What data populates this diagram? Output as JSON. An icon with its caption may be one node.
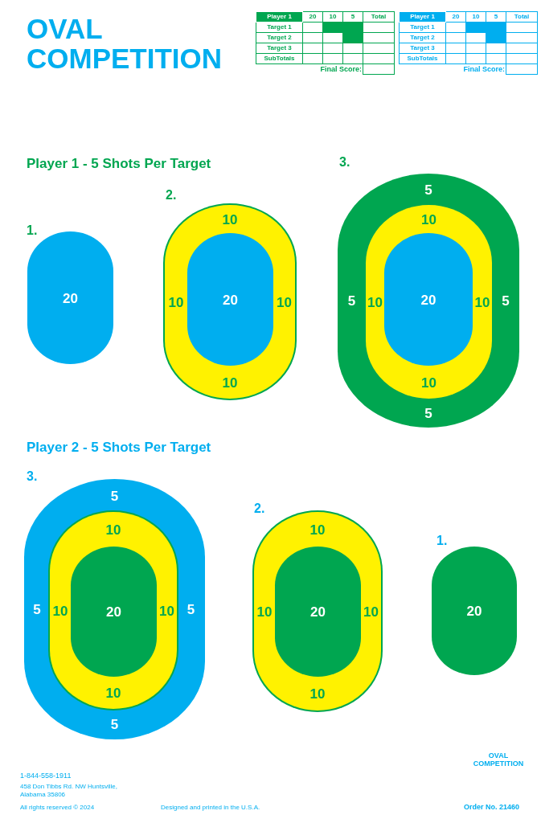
{
  "diagram": {
    "title": "OVAL COMPETITION",
    "nodes": [
      {
        "text": [
          "20"
        ],
        "beside": [
          "1."
        ]
      },
      {
        "text": [
          "10",
          "10",
          "10",
          "10"
        ],
        "beside": [
          "2."
        ]
      },
      {
        "text": [
          "20"
        ],
        "in": 1
      },
      {
        "text": [
          "5",
          "5",
          "5",
          "5"
        ],
        "beside": [
          "3."
        ]
      },
      {
        "text": [
          "10",
          "10",
          "10",
          "10"
        ],
        "in": 3
      },
      {
        "text": [
          "20"
        ],
        "in": 4
      },
      {
        "text": [
          "5",
          "5",
          "5",
          "5"
        ],
        "beside": [
          "3."
        ]
      },
      {
        "text": [
          "10",
          "10",
          "10",
          "10"
        ],
        "in": 6
      },
      {
        "text": [
          "20"
        ],
        "in": 7
      },
      {
        "text": [
          "10",
          "10",
          "10",
          "10"
        ],
        "beside": [
          "2."
        ]
      },
      {
        "text": [
          "20"
        ],
        "in": 9
      },
      {
        "text": [
          "20"
        ],
        "beside": [
          "1."
        ]
      }
    ],
    "labels": [
      "Player 1",
      "20",
      "10",
      "5",
      "Total",
      "Target 1",
      "Target 2",
      "Target 3",
      "SubTotals",
      "Final Score:",
      "Player 1",
      "20",
      "10",
      "5",
      "Total",
      "Target 1",
      "Target 2",
      "Target 3",
      "SubTotals",
      "Final Score:",
      "Player 1 - 5 Shots Per Target",
      "Player 2 - 5 Shots Per Target",
      "1-844-558-1911",
      "458 Don Tibbs Rd. NW Huntsville, Alabama 35806",
      "All rights reserved © 2024",
      "Designed and printed in the U.S.A.",
      "OVAL COMPETITION",
      "Order No. 21460"
    ]
  }
}
